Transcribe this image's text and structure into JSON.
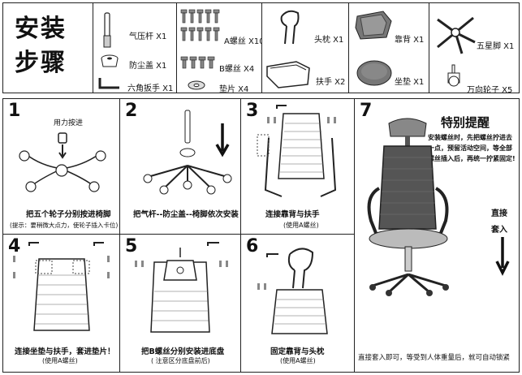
{
  "title": [
    "安装",
    "步骤"
  ],
  "parts": [
    {
      "label": "气压杆 X1",
      "icon": "gas-lift-icon"
    },
    {
      "label": "防尘盖 X1",
      "icon": "dust-cover-icon"
    },
    {
      "label": "六角扳手 X1",
      "icon": "hex-wrench-icon"
    },
    {
      "label": "A螺丝 X10",
      "icon": "screw-a-icon"
    },
    {
      "label": "B螺丝 X4",
      "icon": "screw-b-icon"
    },
    {
      "label": "垫片 X4",
      "icon": "washer-icon"
    },
    {
      "label": "头枕 X1",
      "icon": "headrest-icon"
    },
    {
      "label": "扶手 X2",
      "icon": "armrest-icon"
    },
    {
      "label": "靠背 X1",
      "icon": "backrest-icon"
    },
    {
      "label": "坐垫 X1",
      "icon": "seat-cushion-icon"
    },
    {
      "label": "五星脚 X1",
      "icon": "star-base-icon"
    },
    {
      "label": "万向轮子 X5",
      "icon": "caster-wheel-icon"
    }
  ],
  "steps": [
    {
      "number": "1",
      "top_label": "用力按进",
      "caption": "把五个轮子分别按进椅脚",
      "sub": "(提示：要稍微大点力，使轮子插入卡位)"
    },
    {
      "number": "2",
      "caption": "把气杆--防尘盖--椅脚依次安装"
    },
    {
      "number": "3",
      "caption": "连接靠背与扶手",
      "sub": "(使用A螺丝)"
    },
    {
      "number": "4",
      "caption": "连接坐垫与扶手，套进垫片！",
      "sub": "(使用A螺丝)"
    },
    {
      "number": "5",
      "caption": "把B螺丝分别安装进底盘",
      "sub": "( 注意区分底盘前后)"
    },
    {
      "number": "6",
      "caption": "固定靠背与头枕",
      "sub": "(使用A螺丝)"
    },
    {
      "number": "7",
      "heading": "特别提醒",
      "note": [
        "安装螺丝时，先把螺丝拧进去",
        "一点，预留活动空间，等全部",
        "螺丝插入后，再统一拧紧固定!"
      ],
      "arrow_label": [
        "直接",
        "套入"
      ],
      "caption": "直接套入即可，等受到人体重量后，就可自动锁紧"
    }
  ]
}
